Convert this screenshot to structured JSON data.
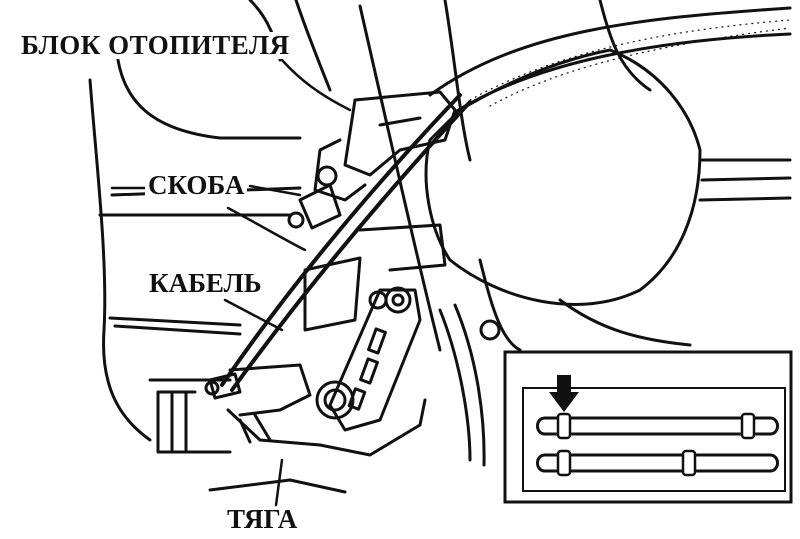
{
  "labels": {
    "heater_unit": "БЛОК ОТОПИТЕЛЯ",
    "bracket": "СКОБА",
    "cable": "КАБЕЛЬ",
    "rod": "ТЯГА"
  },
  "colors": {
    "ink": "#111111",
    "paper": "#ffffff"
  }
}
